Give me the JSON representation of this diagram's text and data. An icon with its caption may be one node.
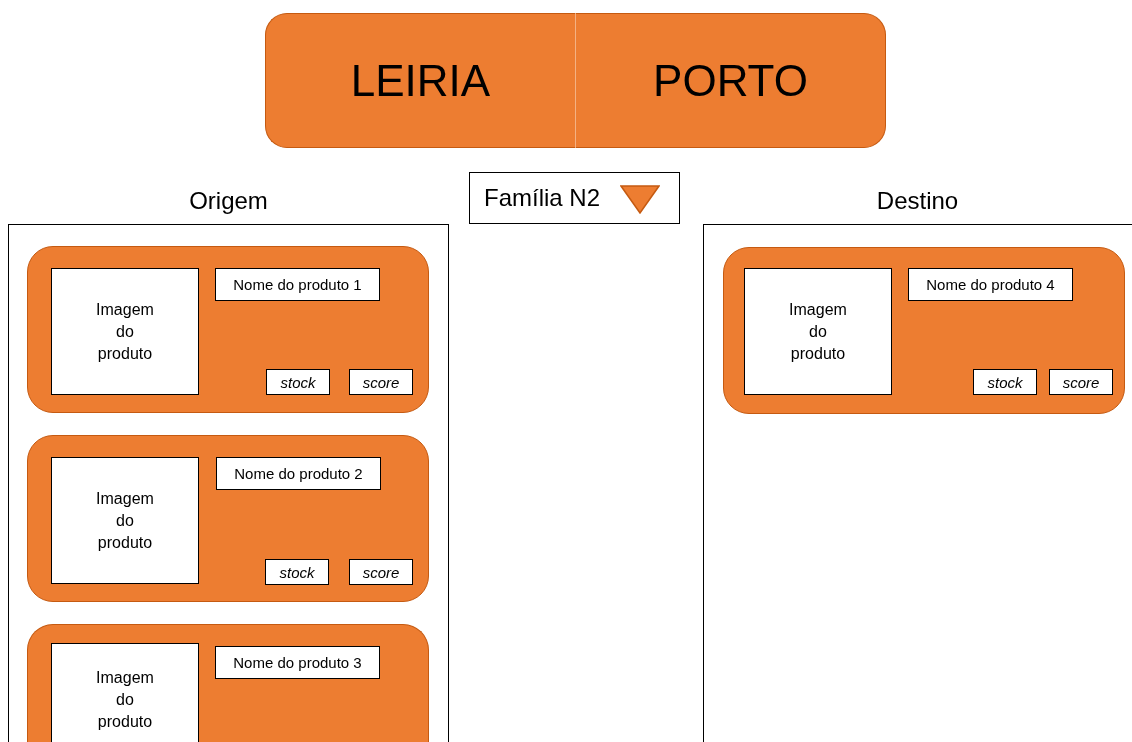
{
  "diagram": {
    "nodes": [
      {
        "text": [
          "LEIRIA"
        ]
      },
      {
        "text": [
          "PORTO"
        ]
      },
      {
        "text": [
          "Família N2"
        ]
      },
      {
        "text": [
          "Origem"
        ]
      },
      {
        "text": [],
        "shape": "box",
        "in": 3
      },
      {
        "text": [
          "Imagem do produto"
        ],
        "in": 4
      },
      {
        "text": [
          "Nome do produto 1"
        ],
        "in": 4
      },
      {
        "text": [
          "stock"
        ],
        "in": 4
      },
      {
        "text": [
          "score"
        ],
        "in": 4
      },
      {
        "text": [],
        "shape": "box",
        "in": 3
      },
      {
        "text": [
          "Imagem do produto"
        ],
        "in": 9
      },
      {
        "text": [
          "Nome do produto 2"
        ],
        "in": 9
      },
      {
        "text": [
          "stock"
        ],
        "in": 9
      },
      {
        "text": [
          "score"
        ],
        "in": 9
      },
      {
        "text": [],
        "shape": "box",
        "in": 3
      },
      {
        "text": [
          "Imagem do produto"
        ],
        "in": 14
      },
      {
        "text": [
          "Nome do produto 3"
        ],
        "in": 14
      },
      {
        "text": [
          "Destino"
        ]
      },
      {
        "text": [],
        "shape": "box",
        "in": 17
      },
      {
        "text": [
          "Imagem do produto"
        ],
        "in": 18
      },
      {
        "text": [
          "Nome do produto 4"
        ],
        "in": 18
      },
      {
        "text": [
          "stock"
        ],
        "in": 18
      },
      {
        "text": [
          "score"
        ],
        "in": 18
      }
    ]
  }
}
